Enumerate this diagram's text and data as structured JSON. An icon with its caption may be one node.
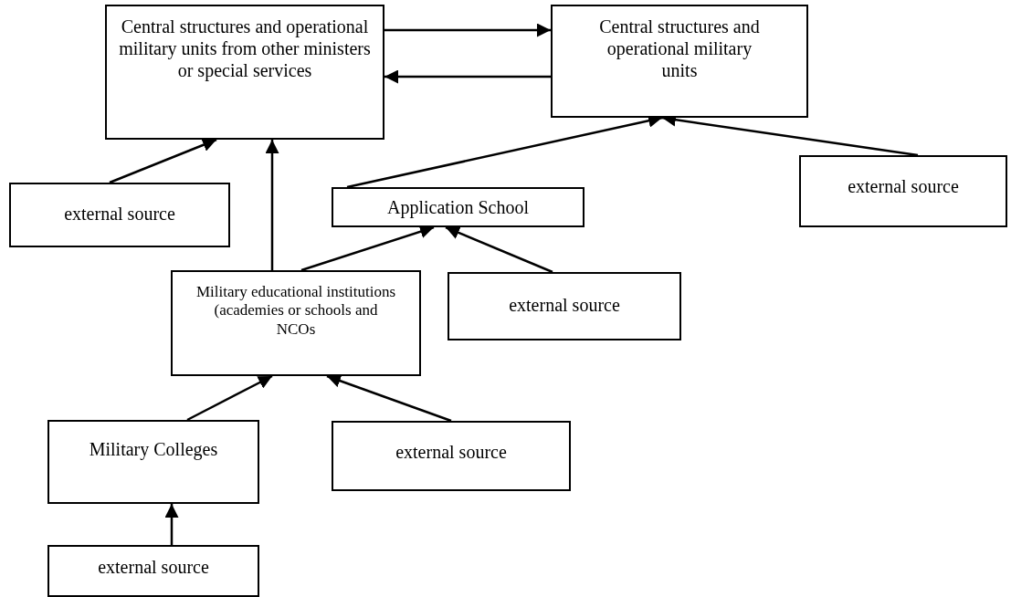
{
  "diagram": {
    "nodes": [
      {
        "text": [
          "Central structures and operational military units from other ministers or special services"
        ]
      },
      {
        "text": [
          "Central structures and operational military units"
        ]
      },
      {
        "text": [
          "external source"
        ]
      },
      {
        "text": [
          "Application School"
        ]
      },
      {
        "text": [
          "external source"
        ]
      },
      {
        "text": [
          "Military educational institutions (academies or schools and NCOs"
        ]
      },
      {
        "text": [
          "external source"
        ]
      },
      {
        "text": [
          "Military Colleges"
        ]
      },
      {
        "text": [
          "external source"
        ]
      },
      {
        "text": [
          "external source"
        ]
      }
    ],
    "edges": [
      {
        "from": 0,
        "to": 1,
        "arrow": "to"
      },
      {
        "from": 1,
        "to": 0,
        "arrow": "to"
      },
      {
        "from": 2,
        "to": 0,
        "arrow": "to"
      },
      {
        "from": 5,
        "to": 0,
        "arrow": "to"
      },
      {
        "from": 3,
        "to": 1,
        "arrow": "to"
      },
      {
        "from": 4,
        "to": 1,
        "arrow": "to"
      },
      {
        "from": 5,
        "to": 3,
        "arrow": "to"
      },
      {
        "from": 6,
        "to": 3,
        "arrow": "to"
      },
      {
        "from": 7,
        "to": 5,
        "arrow": "to"
      },
      {
        "from": 8,
        "to": 5,
        "arrow": "to"
      },
      {
        "from": 9,
        "to": 7,
        "arrow": "to"
      }
    ]
  }
}
